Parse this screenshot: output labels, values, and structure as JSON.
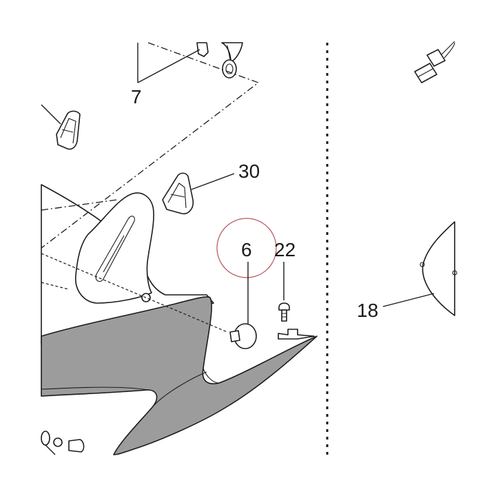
{
  "callouts": {
    "part_7": "7",
    "part_30": "30",
    "part_6": "6",
    "part_22": "22",
    "part_18": "18"
  },
  "colors": {
    "line": "#1a1a1a",
    "fairing_fill": "#9c9c9c",
    "highlight_circle": "#b5525b",
    "background": "#ffffff"
  }
}
